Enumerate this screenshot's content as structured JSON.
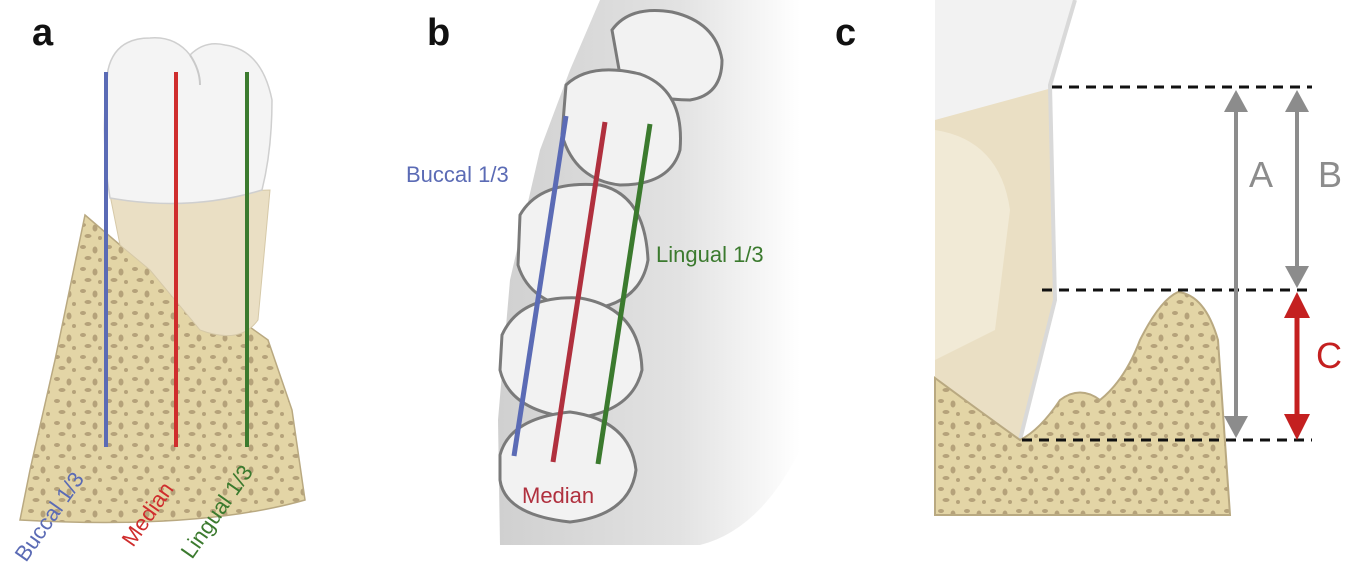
{
  "panels": {
    "a": {
      "letter": "a",
      "labels": {
        "buccal": "Buccal 1/3",
        "median": "Median",
        "lingual": "Lingual 1/3"
      }
    },
    "b": {
      "letter": "b",
      "labels": {
        "buccal": "Buccal 1/3",
        "median": "Median",
        "lingual": "Lingual 1/3"
      }
    },
    "c": {
      "letter": "c",
      "labels": {
        "a": "A",
        "b": "B",
        "c": "C"
      }
    }
  },
  "colors": {
    "buccal": "#5b6bb5",
    "median": "#cf2d2d",
    "median_b": "#b0303e",
    "lingual": "#3b7a2e",
    "measure_gray": "#8c8c8c",
    "measure_red": "#c42020",
    "bone": "#e3d5a6",
    "bone_pore": "#b5a27a",
    "enamel": "#f4f4f4",
    "root": "#eadfc4"
  }
}
